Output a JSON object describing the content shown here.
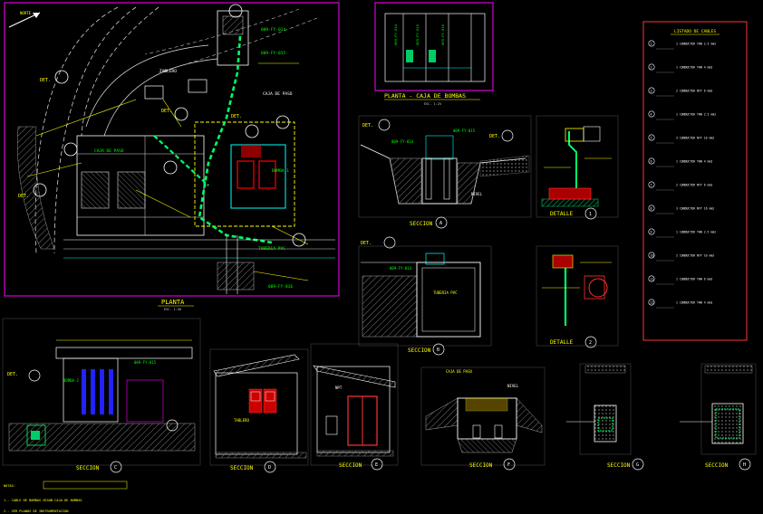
{
  "colors": {
    "background": "#000000",
    "frame": "#ff00ff",
    "title": "#ffff00",
    "leader": "#00ff00",
    "cable": "#00ffff",
    "structure": "#ffffff",
    "conduit": "#ff0000",
    "hatch": "#888888",
    "accent": "#00aaff"
  },
  "titles": {
    "planta": "PLANTA",
    "planta_scale": "ESC. 1:50",
    "planta_caja": "PLANTA - CAJA DE BOMBAS",
    "planta_caja_scale": "ESC. 1:25",
    "seccion": "SECCION",
    "detalle": "DETALLE",
    "cuadro": "LISTADO DE CABLES"
  },
  "refs": {
    "a": "A",
    "b": "B",
    "c": "C",
    "d": "D",
    "e": "E",
    "f": "F",
    "g": "G",
    "h": "H",
    "one": "1",
    "two": "2",
    "det": "DET."
  },
  "labels": {
    "north": "NORTE",
    "tag1": "009-FY-014",
    "tag2": "009-FY-015",
    "tag3": "009-FY-016",
    "caja": "CAJA DE PASO",
    "bomba": "BOMBA 1",
    "bomba2": "BOMBA 2",
    "nivel": "NIVEL",
    "tablero": "TABLERO",
    "tuberia": "TUBERIA PVC",
    "npt": "NPT"
  },
  "cable_list": {
    "rows": [
      {
        "id": "1",
        "desc": "1 CONDUCTOR THW 2.5 mm2"
      },
      {
        "id": "2",
        "desc": "1 CONDUCTOR THW 4 mm2"
      },
      {
        "id": "3",
        "desc": "2 CONDUCTOR NYY 6 mm2"
      },
      {
        "id": "4",
        "desc": "1 CONDUCTOR THW 2.5 mm2"
      },
      {
        "id": "5",
        "desc": "3 CONDUCTOR NYY 10 mm2"
      },
      {
        "id": "6",
        "desc": "1 CONDUCTOR THW 4 mm2"
      },
      {
        "id": "7",
        "desc": "2 CONDUCTOR NYY 6 mm2"
      },
      {
        "id": "8",
        "desc": "3 CONDUCTOR NYY 16 mm2"
      },
      {
        "id": "9",
        "desc": "1 CONDUCTOR THW 2.5 mm2"
      },
      {
        "id": "10",
        "desc": "2 CONDUCTOR NYY 10 mm2"
      },
      {
        "id": "11",
        "desc": "1 CONDUCTOR THW 6 mm2"
      },
      {
        "id": "12",
        "desc": "1 CONDUCTOR THW 4 mm2"
      }
    ]
  },
  "notes": {
    "n1": "NOTAS:",
    "n2": "1.- CABLE DE BOMBAS SEGUN CAJA DE BOMBAS",
    "n3": "2.- VER PLANOS DE INSTRUMENTACION"
  }
}
